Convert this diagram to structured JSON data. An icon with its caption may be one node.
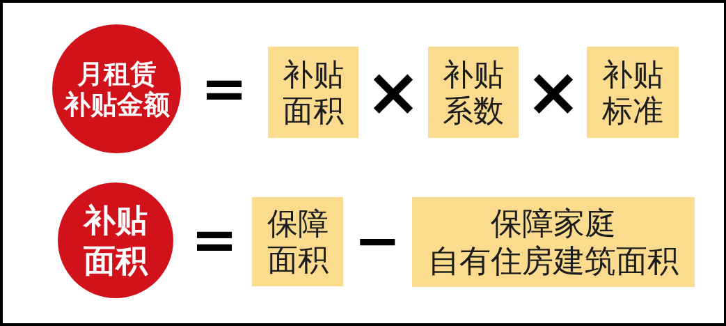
{
  "diagram": {
    "nodes": [
      {
        "text": [
          "月租赁补贴金额"
        ]
      },
      {
        "text": [
          "补贴面积"
        ]
      },
      {
        "text": [
          "补贴系数"
        ]
      },
      {
        "text": [
          "补贴标准"
        ]
      },
      {
        "text": [
          "补贴面积"
        ]
      },
      {
        "text": [
          "保障面积"
        ]
      },
      {
        "text": [
          "保障家庭自有住房建筑面积"
        ]
      }
    ],
    "labels": [
      "=",
      "×",
      "×",
      "=",
      "−"
    ]
  }
}
